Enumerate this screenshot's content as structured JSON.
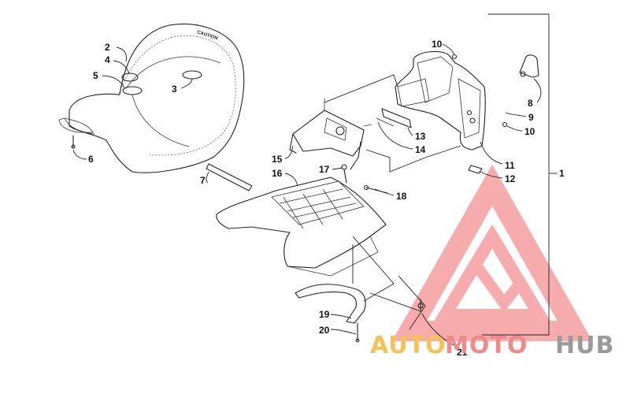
{
  "diagram": {
    "callouts": [
      "1",
      "2",
      "3",
      "4",
      "5",
      "6",
      "7",
      "8",
      "9",
      "10",
      "10",
      "11",
      "12",
      "13",
      "14",
      "15",
      "16",
      "17",
      "18",
      "19",
      "20",
      "21"
    ],
    "seat_print": "CAUTION"
  },
  "watermark": {
    "word_a": "AUTO",
    "word_b": "MOTO",
    "word_c": "HUB",
    "color_a": "#f5c25a",
    "color_b": "#f08a8a",
    "color_c": "#9a9a9a",
    "logo_color": "#f06a6a"
  }
}
